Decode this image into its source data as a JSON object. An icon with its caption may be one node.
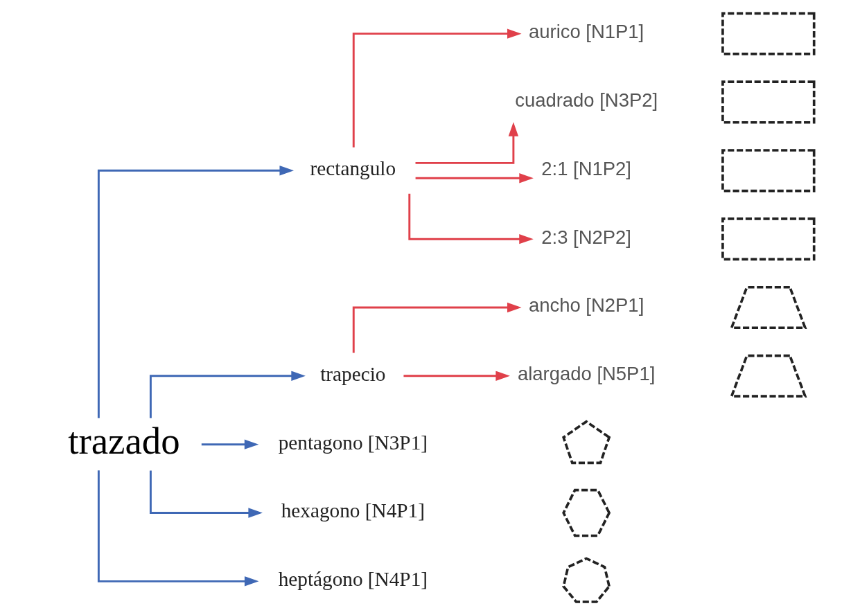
{
  "diagram": {
    "nodes": [
      {
        "text": [
          "trazado"
        ]
      },
      {
        "text": [
          "rectangulo"
        ]
      },
      {
        "text": [
          "aurico [N1P1]"
        ]
      },
      {
        "text": [],
        "shape": "box"
      },
      {
        "text": [
          "cuadrado [N3P2]"
        ]
      },
      {
        "text": [],
        "shape": "box"
      },
      {
        "text": [
          "2:1 [N1P2]"
        ]
      },
      {
        "text": [],
        "shape": "box"
      },
      {
        "text": [
          "2:3 [N2P2]"
        ]
      },
      {
        "text": [],
        "shape": "box"
      },
      {
        "text": [
          "trapecio"
        ]
      },
      {
        "text": [
          "ancho [N2P1]"
        ]
      },
      {
        "text": [],
        "shape": "trapezoid"
      },
      {
        "text": [
          "alargado [N5P1]"
        ]
      },
      {
        "text": [],
        "shape": "trapezoid"
      },
      {
        "text": [
          "pentagono [N3P1]"
        ]
      },
      {
        "text": [],
        "shape": "pentagon"
      },
      {
        "text": [
          "hexagono [N4P1]"
        ]
      },
      {
        "text": [],
        "shape": "hexagon"
      },
      {
        "text": [
          "heptágono [N4P1]"
        ]
      },
      {
        "text": [],
        "shape": "heptagon"
      }
    ],
    "edges": [
      {
        "from": 0,
        "to": 1,
        "arrow": "to",
        "color": "#3f68b5"
      },
      {
        "from": 1,
        "to": 2,
        "arrow": "to"
      },
      {
        "from": 1,
        "to": 4,
        "arrow": "to"
      },
      {
        "from": 1,
        "to": 6,
        "arrow": "to"
      },
      {
        "from": 1,
        "to": 8,
        "arrow": "to"
      },
      {
        "from": 0,
        "to": 10,
        "arrow": "to",
        "color": "#3f68b5"
      },
      {
        "from": 10,
        "to": 11,
        "arrow": "to"
      },
      {
        "from": 10,
        "to": 13,
        "arrow": "to"
      },
      {
        "from": 0,
        "to": 15,
        "arrow": "to",
        "color": "#3f68b5"
      },
      {
        "from": 0,
        "to": 17,
        "arrow": "to",
        "color": "#3f68b5"
      },
      {
        "from": 0,
        "to": 19,
        "arrow": "to",
        "color": "#3f68b5"
      }
    ]
  }
}
